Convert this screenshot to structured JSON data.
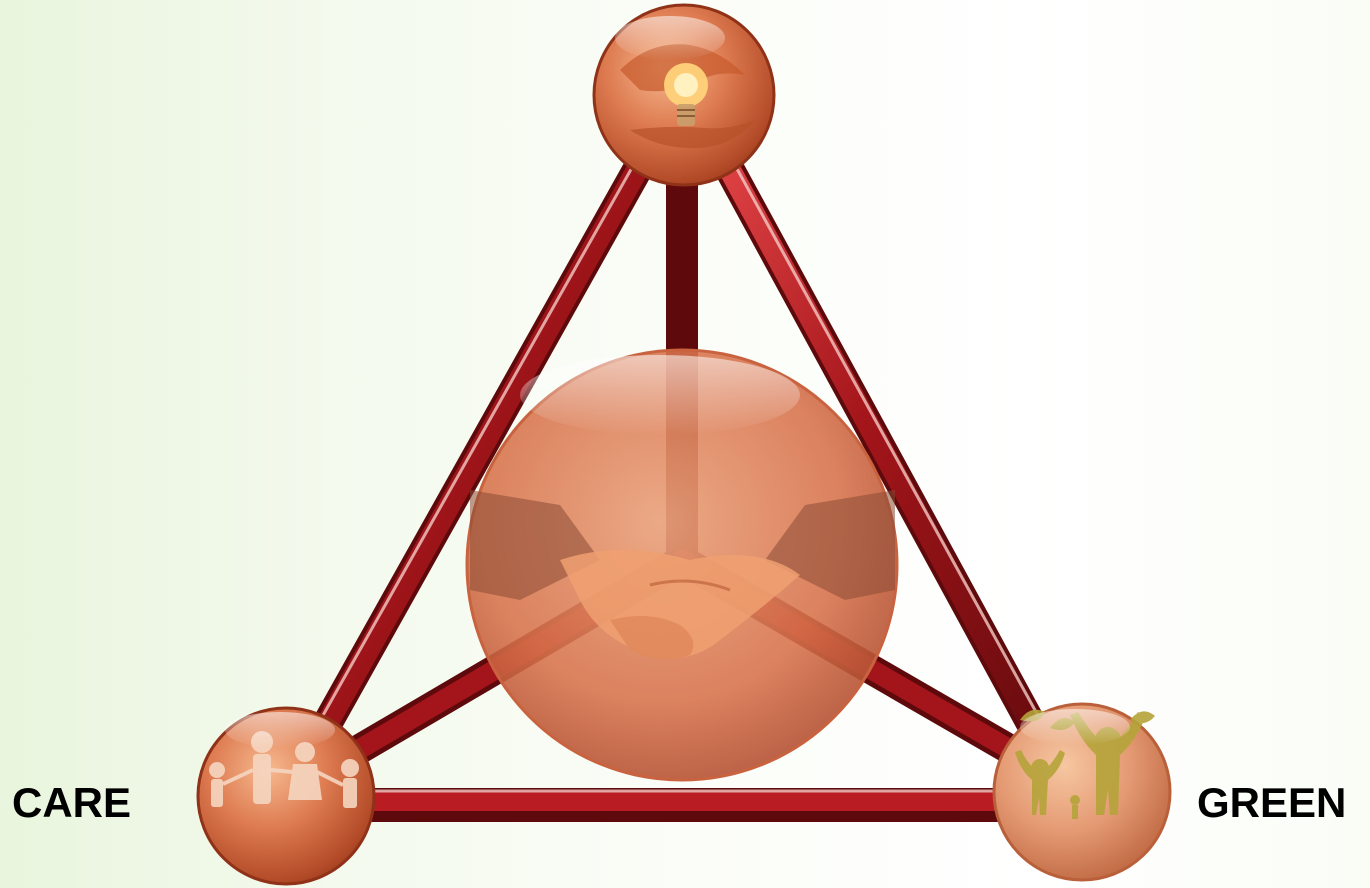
{
  "labels": {
    "left": "CARE",
    "right": "GREEN"
  },
  "nodes": [
    {
      "id": "top",
      "icon": "lightbulb-in-hands-icon"
    },
    {
      "id": "center",
      "icon": "handshake-icon"
    },
    {
      "id": "left",
      "icon": "paper-people-chain-icon"
    },
    {
      "id": "right",
      "icon": "people-with-tree-icon"
    }
  ],
  "colors": {
    "rod": "#a3151a",
    "rod_dark": "#5e0a0c",
    "sphere": "#d7714a",
    "sphere_dark": "#9a3a1c",
    "background": "#f4faee"
  }
}
